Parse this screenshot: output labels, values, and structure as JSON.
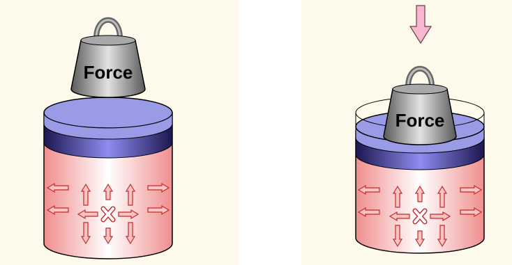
{
  "diagram": {
    "panels": [
      {
        "id": "left",
        "state": "weight-resting-above-piston",
        "weight_label": "Force"
      },
      {
        "id": "right",
        "state": "weight-pressing-piston-down",
        "weight_label": "Force",
        "down_arrow": true
      }
    ],
    "colors": {
      "panel_background": "#fdfaeb",
      "piston_top": "#9a9be6",
      "piston_band": "#3d2f96",
      "fluid": "#f2a9a9",
      "arrow_fill": "#f7c3c3",
      "arrow_stroke": "#c52929",
      "weight": "#8a8a8a",
      "down_arrow": "#f7b8cf"
    },
    "icons": [
      "weight-icon",
      "pressure-arrow-icon",
      "down-arrow-icon",
      "force-origin-icon"
    ]
  }
}
